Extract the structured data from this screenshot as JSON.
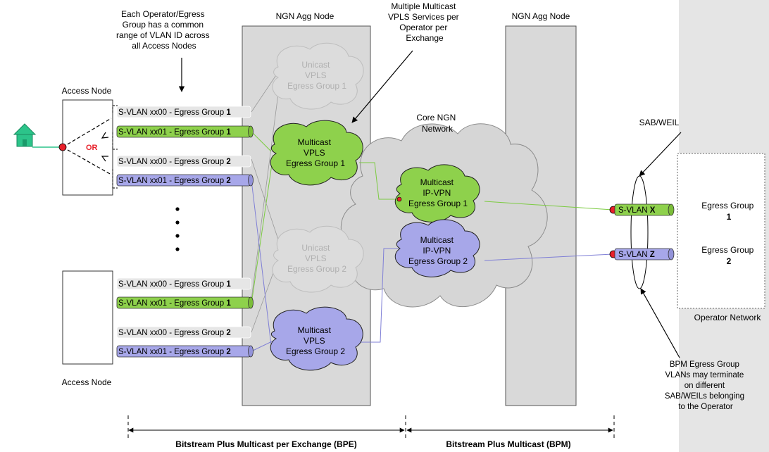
{
  "annotations": {
    "vlan_range_note": [
      "Each Operator/Egress",
      "Group has a common",
      "range of VLAN ID across",
      "all Access Nodes"
    ],
    "multiple_vpls_note": [
      "Multiple Multicast",
      "VPLS Services per",
      "Operator per",
      "Exchange"
    ],
    "bpm_note": [
      "BPM Egress Group",
      "VLANs may terminate",
      "on different",
      "SAB/WEILs belonging",
      "to the Operator"
    ],
    "sab_weil": "SAB/WEIL",
    "or_label": "OR",
    "core_network": [
      "Core NGN",
      "Network"
    ]
  },
  "nodes": {
    "access_node_top": "Access Node",
    "access_node_bottom": "Access Node",
    "agg_node_left": "NGN Agg Node",
    "agg_node_right": "NGN Agg Node",
    "operator_network": "Operator Network",
    "egress_group_1": [
      "Egress Group",
      "1"
    ],
    "egress_group_2": [
      "Egress Group",
      "2"
    ]
  },
  "vlans": {
    "top": [
      {
        "text": "S-VLAN  xx00 - Egress Group ",
        "num": "1"
      },
      {
        "text": "S-VLAN  xx01 - Egress Group ",
        "num": "1"
      },
      {
        "text": "S-VLAN  xx00 - Egress Group ",
        "num": "2"
      },
      {
        "text": "S-VLAN  xx01 - Egress Group ",
        "num": "2"
      }
    ],
    "bottom": [
      {
        "text": "S-VLAN  xx00 - Egress Group ",
        "num": "1"
      },
      {
        "text": "S-VLAN  xx01 - Egress Group ",
        "num": "1"
      },
      {
        "text": "S-VLAN  xx00 - Egress Group ",
        "num": "2"
      },
      {
        "text": "S-VLAN  xx01 - Egress Group ",
        "num": "2"
      }
    ],
    "operator": [
      {
        "text": "S-VLAN ",
        "num": "X"
      },
      {
        "text": "S-VLAN ",
        "num": "Z"
      }
    ]
  },
  "clouds": {
    "unicast_1": [
      "Unicast",
      "VPLS",
      "Egress Group 1"
    ],
    "multicast_vpls_1": [
      "Multicast",
      "VPLS",
      "Egress Group 1"
    ],
    "unicast_2": [
      "Unicast",
      "VPLS",
      "Egress Group 2"
    ],
    "multicast_vpls_2": [
      "Multicast",
      "VPLS",
      "Egress Group 2"
    ],
    "ipvpn_1": [
      "Multicast",
      "IP-VPN",
      "Egress Group 1"
    ],
    "ipvpn_2": [
      "Multicast",
      "IP-VPN",
      "Egress Group 2"
    ]
  },
  "footer": {
    "bpe": "Bitstream Plus Multicast per Exchange (BPE)",
    "bpm": "Bitstream Plus Multicast (BPM)"
  },
  "colors": {
    "green": "#8ed14c",
    "blue": "#a7a7e9",
    "grey_bar": "#e3e3e3",
    "agg_fill": "#d9d9d9",
    "house": "#2cc48a",
    "red_dot": "#e8202a"
  }
}
